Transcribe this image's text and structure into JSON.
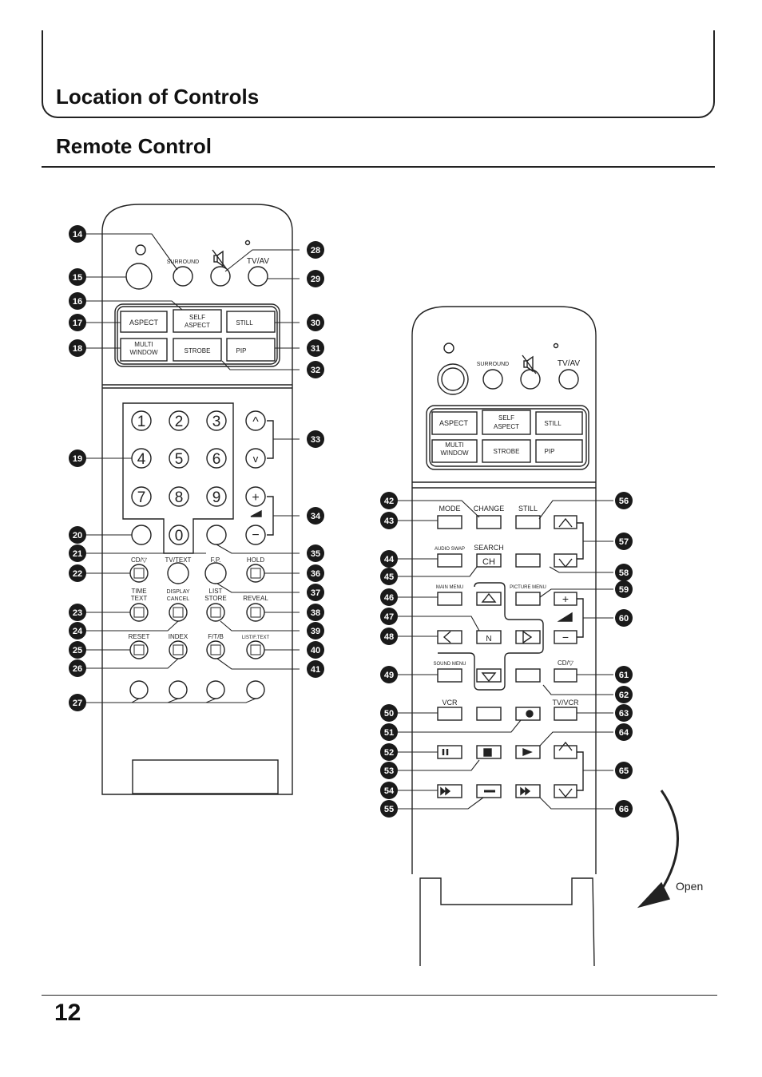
{
  "header": {
    "title": "Location of Controls",
    "section": "Remote Control"
  },
  "page_number": "12",
  "remote_left": {
    "surround": "SURROUND",
    "tvav": "TV/AV",
    "aspect": "ASPECT",
    "self": "SELF",
    "aspect2": "ASPECT",
    "still": "STILL",
    "multi": "MULTI",
    "window": "WINDOW",
    "strobe": "STROBE",
    "pip": "PIP",
    "digits": [
      "1",
      "2",
      "3",
      "4",
      "5",
      "6",
      "7",
      "8",
      "9",
      "0"
    ],
    "cdv": "CD/▽",
    "tvtext": "TV/TEXT",
    "fp": "F.P.",
    "hold": "HOLD",
    "time": "TIME",
    "text": "TEXT",
    "display": "DISPLAY",
    "cancel": "CANCEL",
    "list": "LIST",
    "store": "STORE",
    "reveal": "REVEAL",
    "reset": "RESET",
    "index": "INDEX",
    "ftb": "F/T/B",
    "listftext": "LIST/F.TEXT"
  },
  "remote_right": {
    "surround": "SURROUND",
    "tvav": "TV/AV",
    "aspect": "ASPECT",
    "self": "SELF",
    "aspect2": "ASPECT",
    "still": "STILL",
    "multi": "MULTI",
    "window": "WINDOW",
    "strobe": "STROBE",
    "pip": "PIP",
    "mode": "MODE",
    "change": "CHANGE",
    "still2": "STILL",
    "audioswap": "AUDIO SWAP",
    "search": "SEARCH",
    "ch": "CH",
    "mainmenu": "MAIN MENU",
    "picturemenu": "PICTURE MENU",
    "n": "N",
    "soundmenu": "SOUND MENU",
    "cdv": "CD/▽",
    "vcr": "VCR",
    "tvvcr": "TV/VCR"
  },
  "open_label": "Open",
  "callouts_left": [
    "14",
    "15",
    "16",
    "17",
    "18",
    "19",
    "20",
    "21",
    "22",
    "23",
    "24",
    "25",
    "26",
    "27",
    "28",
    "29",
    "30",
    "31",
    "32",
    "33",
    "34",
    "35",
    "36",
    "37",
    "38",
    "39",
    "40",
    "41"
  ],
  "callouts_right": [
    "42",
    "43",
    "44",
    "45",
    "46",
    "47",
    "48",
    "49",
    "50",
    "51",
    "52",
    "53",
    "54",
    "55",
    "56",
    "57",
    "58",
    "59",
    "60",
    "61",
    "62",
    "63",
    "64",
    "65",
    "66"
  ]
}
